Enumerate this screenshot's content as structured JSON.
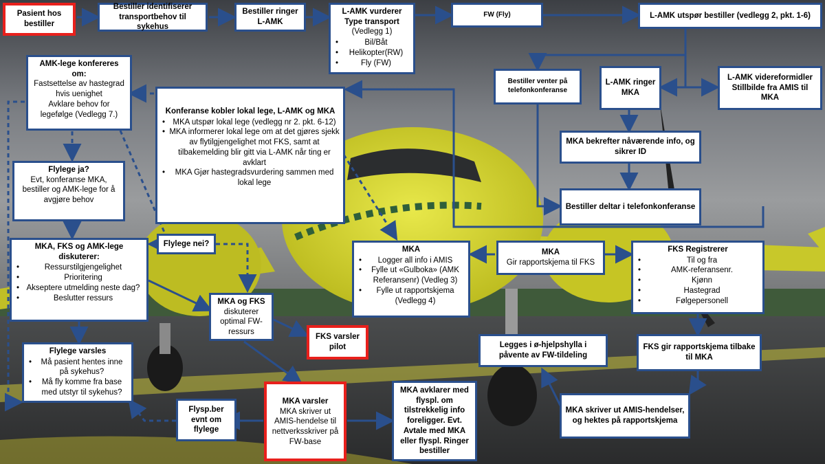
{
  "colors": {
    "box_border": "#2a4f8c",
    "alert_border": "#e8201c",
    "arrow": "#2a4f8c"
  },
  "boxes": {
    "pasient": {
      "title": "Pasient hos bestiller"
    },
    "bestiller_identifiserer": {
      "title": "Bestiller identifiserer transportbehov til sykehus"
    },
    "bestiller_ringer": {
      "title": "Bestiller ringer L-AMK"
    },
    "lamk_vurderer": {
      "title": "L-AMK vurderer Type transport",
      "sub": "(Vedlegg 1)",
      "items": [
        "Bil/Båt",
        "Helikopter(RW)",
        "Fly (FW)"
      ]
    },
    "fw": {
      "title": "FW (Fly)"
    },
    "lamk_utspor": {
      "title": "L-AMK utspør bestiller (vedlegg 2, pkt. 1-6)"
    },
    "bestiller_venter": {
      "title": "Bestiller venter på telefonkonferanse"
    },
    "lamk_ringer_mka": {
      "title": "L-AMK ringer MKA"
    },
    "lamk_videreformidler": {
      "title": "L-AMK videreformidler Stillbilde fra AMIS til MKA"
    },
    "mka_bekrefter": {
      "title": "MKA bekrefter nåværende info, og sikrer ID"
    },
    "bestiller_deltar": {
      "title": "Bestiller deltar i telefonkonferanse"
    },
    "amk_lege": {
      "title": "AMK-lege konfereres om:",
      "lines": [
        "Fastsettelse av hastegrad hvis uenighet",
        "Avklare behov for legefølge (Vedlegg 7.)"
      ]
    },
    "konferanse": {
      "title": "Konferanse kobler lokal lege, L-AMK og MKA",
      "items": [
        "MKA utspør lokal lege (vedlegg nr 2. pkt. 6-12)",
        "MKA informerer lokal lege om at det gjøres sjekk av flytilgjengelighet mot FKS, samt at tilbakemelding blir gitt via L-AMK når ting er avklart",
        "MKA Gjør hastegradsvurdering sammen med lokal lege"
      ]
    },
    "flylege_ja": {
      "title": "Flylege ja?",
      "lines": [
        "Evt, konferanse MKA, bestiller og AMK-lege for å avgjøre behov"
      ]
    },
    "flylege_nei": {
      "title": "Flylege nei?"
    },
    "mka_fks_amk": {
      "title": "MKA, FKS og AMK-lege diskuterer:",
      "items": [
        "Ressurstilgjengelighet",
        "Prioritering",
        "Akseptere utmelding neste dag?",
        "Beslutter ressurs"
      ]
    },
    "mka_logger": {
      "title": "MKA",
      "items": [
        "Logger all info i AMIS",
        "Fylle ut «Gulboka» (AMK Referansenr) (Vedleg 3)",
        "Fylle ut rapportskjema (Vedlegg 4)"
      ]
    },
    "mka_gir": {
      "title": "MKA",
      "sub": "Gir rapportskjema til FKS"
    },
    "fks_registrerer": {
      "title": "FKS Registrerer",
      "items": [
        "Til og fra",
        "AMK-referansenr.",
        "Kjønn",
        "Hastegrad",
        "Følgepersonell"
      ]
    },
    "mka_og_fks": {
      "title": "MKA og FKS",
      "sub": "diskuterer optimal FW-ressurs"
    },
    "fks_varsler_pilot": {
      "title": "FKS varsler pilot"
    },
    "legges": {
      "title": "Legges i ø-hjelpshylla i påvente av FW-tildeling"
    },
    "fks_gir": {
      "title": "FKS gir rapportskjema tilbake til MKA"
    },
    "flylege_varsles": {
      "title": "Flylege varsles",
      "items": [
        "Må pasient hentes inne på sykehus?",
        "Må fly komme fra base med utstyr til sykehus?"
      ]
    },
    "flysp": {
      "title": "Flysp.ber evnt om flylege"
    },
    "mka_varsler": {
      "title": "MKA varsler",
      "sub": "MKA skriver ut AMIS-hendelse til nettverksskriver på FW-base"
    },
    "mka_avklarer": {
      "title": "MKA avklarer med flyspl. om tilstrekkelig info foreligger. Evt. Avtale med MKA eller flyspl. Ringer bestiller"
    },
    "mka_skriver": {
      "title": "MKA skriver ut AMIS-hendelser, og hektes på rapportskjema"
    }
  }
}
